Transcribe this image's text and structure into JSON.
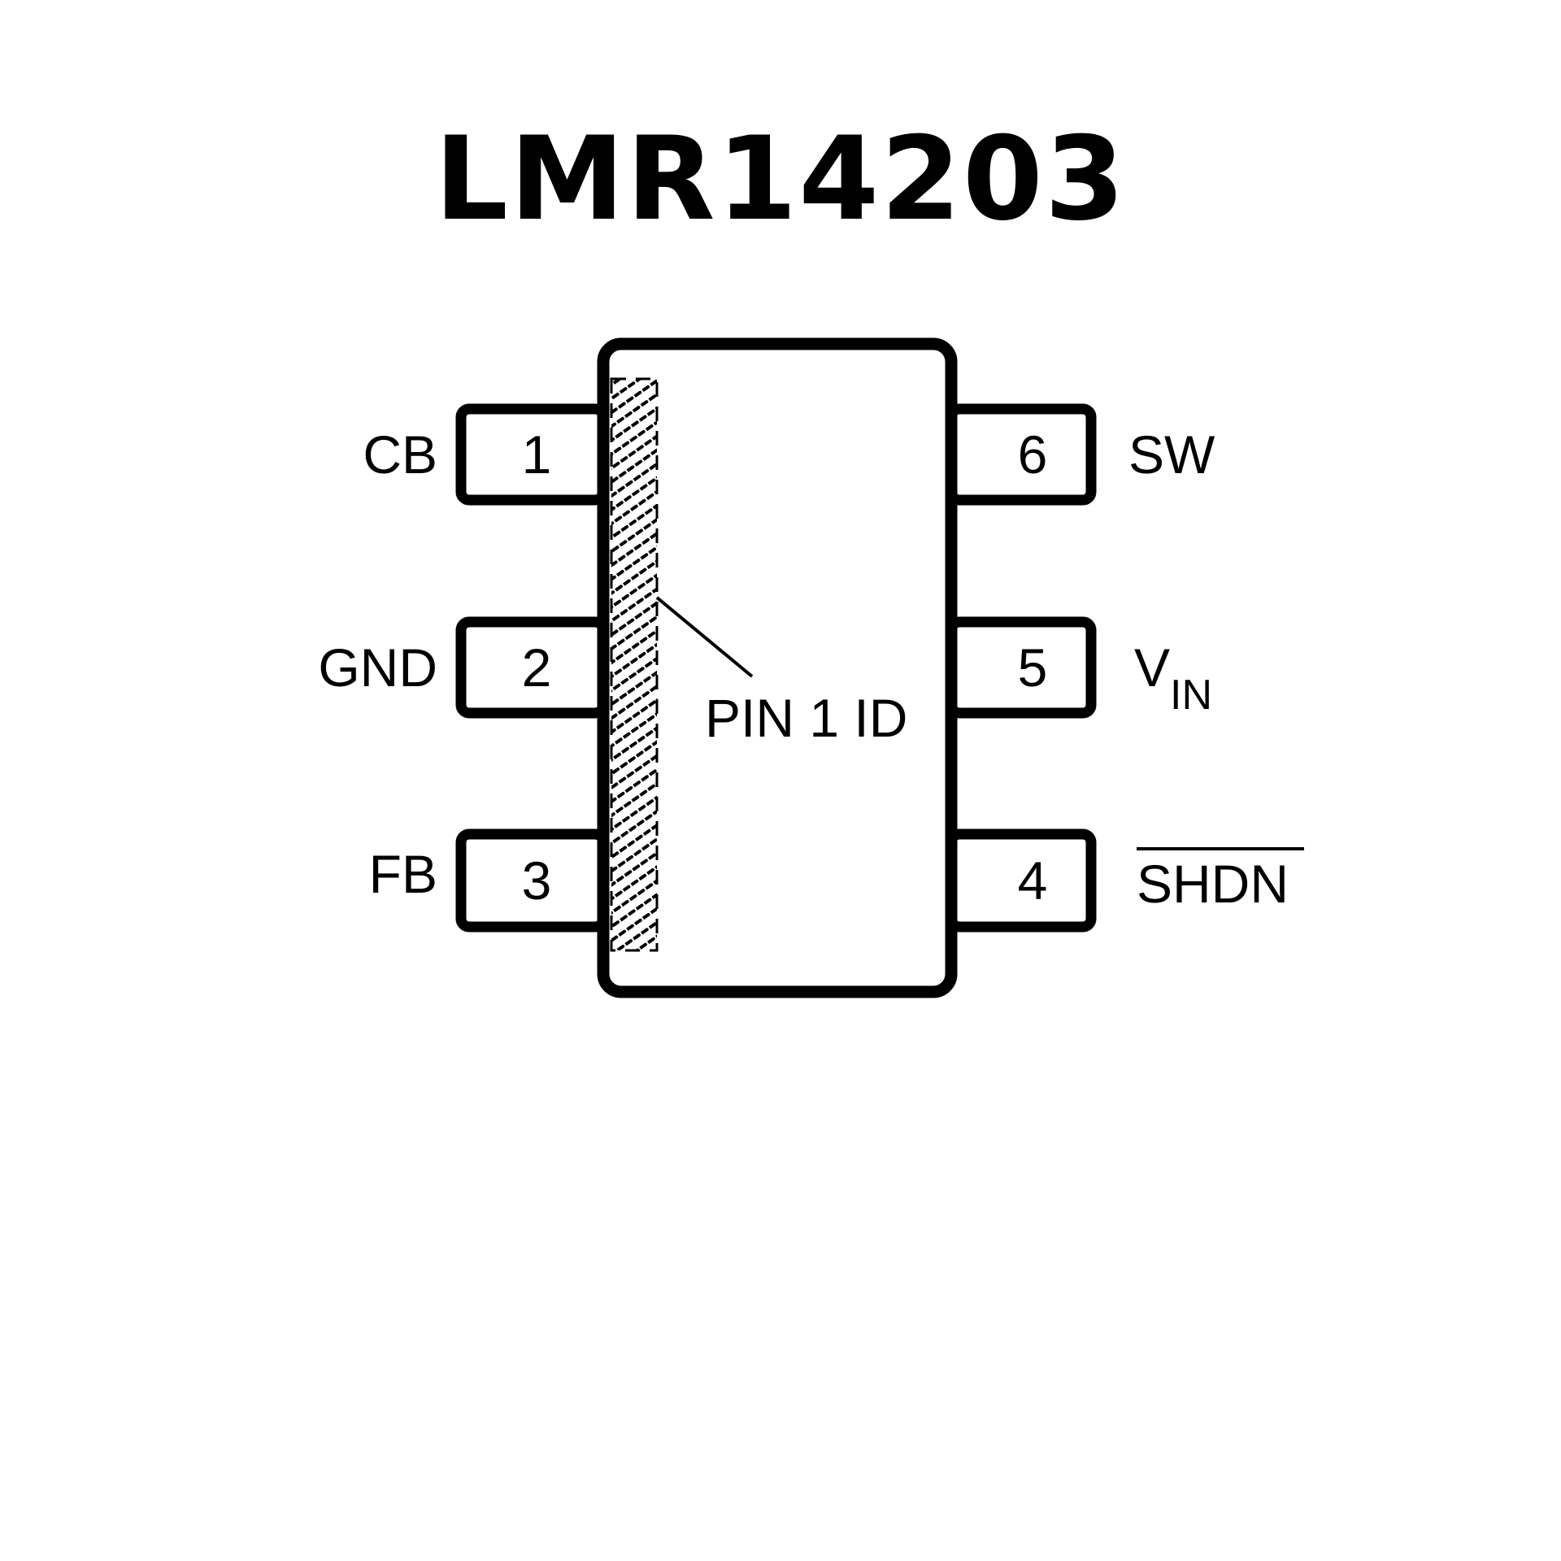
{
  "title": "LMR14203",
  "package_outline": {
    "pin1_id_label": "PIN 1 ID"
  },
  "pins": [
    {
      "number": "1",
      "name": "CB",
      "side": "left"
    },
    {
      "number": "2",
      "name": "GND",
      "side": "left"
    },
    {
      "number": "3",
      "name": "FB",
      "side": "left"
    },
    {
      "number": "4",
      "name": "SHDN",
      "side": "right",
      "overbar": true
    },
    {
      "number": "5",
      "name": "V",
      "subscript": "IN",
      "side": "right"
    },
    {
      "number": "6",
      "name": "SW",
      "side": "right"
    }
  ],
  "colors": {
    "stroke": "#000000",
    "background": "#ffffff"
  }
}
